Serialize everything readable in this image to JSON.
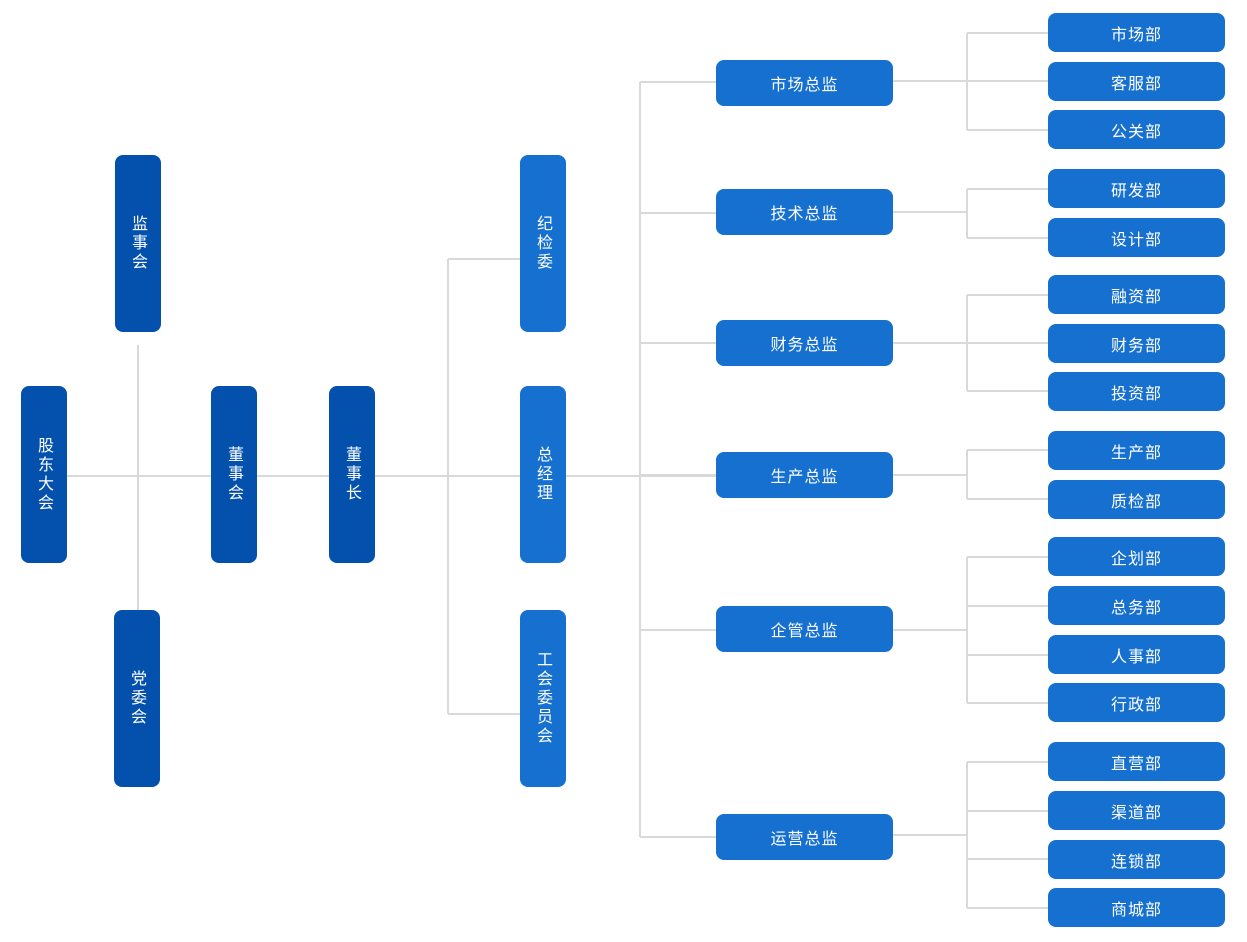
{
  "colors": {
    "dark": "#0451ad",
    "mid": "#1570cf",
    "line": "#d9d9d9"
  },
  "nodes": {
    "shareholders": "股东大会",
    "supervisory_board": "监事会",
    "party_committee": "党委会",
    "board": "董事会",
    "chairman": "董事长",
    "discipline_committee": "纪检委",
    "general_manager": "总经理",
    "union_committee": "工会委员会"
  },
  "directors": [
    {
      "label": "市场总监",
      "departments": [
        "市场部",
        "客服部",
        "公关部"
      ]
    },
    {
      "label": "技术总监",
      "departments": [
        "研发部",
        "设计部"
      ]
    },
    {
      "label": "财务总监",
      "departments": [
        "融资部",
        "财务部",
        "投资部"
      ]
    },
    {
      "label": "生产总监",
      "departments": [
        "生产部",
        "质检部"
      ]
    },
    {
      "label": "企管总监",
      "departments": [
        "企划部",
        "总务部",
        "人事部",
        "行政部"
      ]
    },
    {
      "label": "运营总监",
      "departments": [
        "直营部",
        "渠道部",
        "连锁部",
        "商城部"
      ]
    }
  ]
}
